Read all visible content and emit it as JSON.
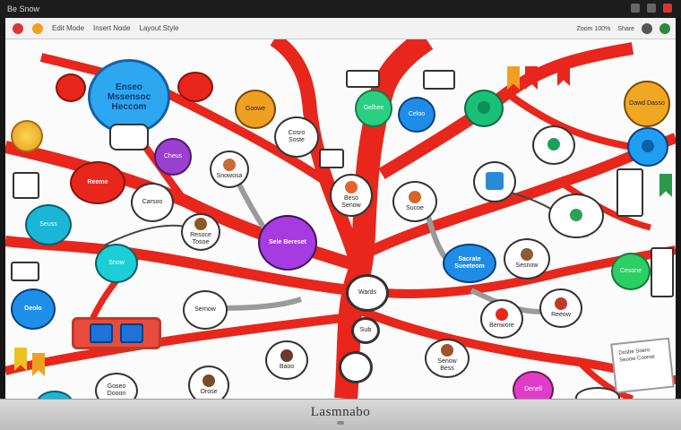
{
  "os_bar": {
    "left_text": "Be Snow"
  },
  "toolbar": {
    "items": [
      "Edit Mode",
      "Insert Node",
      "Layout Style"
    ],
    "right_items": [
      "Zoom 100%",
      "Share"
    ]
  },
  "brand": "Lasmnabo",
  "central_nodes": [
    "Wards",
    "Sub",
    ""
  ],
  "nodes": {
    "top_left_big": "Enseo Mssensoc Heccom",
    "red_left": "Reeme",
    "purple_top": "Cheus",
    "purple_center": "Sele Bereset",
    "blue_right": "Sacrate Sueeteom",
    "green_top": "Gelhee",
    "blue_top": "Celoo",
    "orange_top": "Goowe",
    "orange_right": "Dawd Dasso",
    "teal_left": "Seuss",
    "blue_left": "Deolo",
    "teal_left2": "Snow",
    "pink_bottom": "Denell",
    "green_right": "Cesone",
    "grey_a": "Carsoo",
    "grey_b": "Snowosa",
    "grey_c": "Cosro Soste",
    "grey_d": "Resoce Tosoe",
    "grey_e": "Beso Senow",
    "grey_f": "Sucoe",
    "grey_g": "Sernow",
    "grey_h": "Baoo",
    "grey_i": "Orose",
    "grey_j": "Goseo Dooon",
    "grey_k": "Senow Bess",
    "grey_l": "Benwore",
    "grey_m": "Reeow",
    "grey_n": "Sesnow",
    "note": "Dosbe Soero Seoow Cooroe"
  }
}
